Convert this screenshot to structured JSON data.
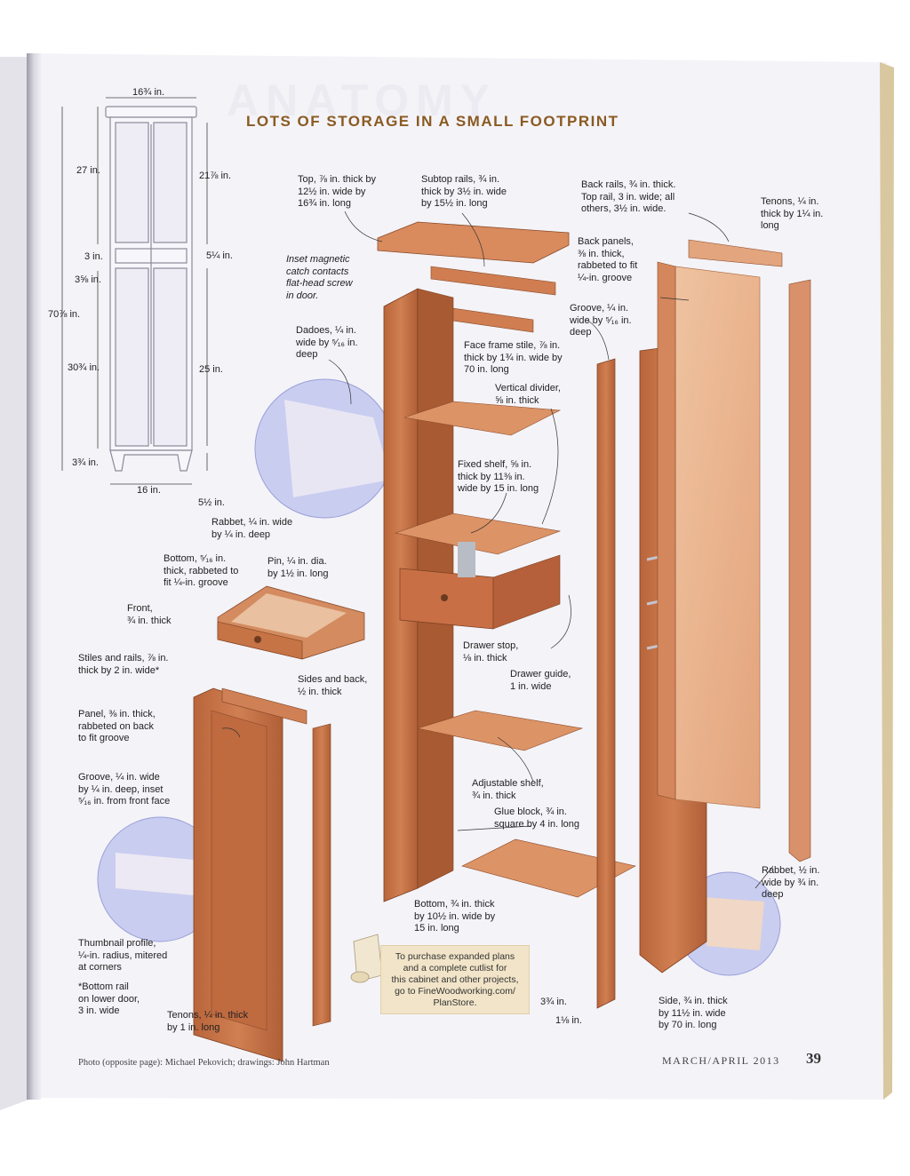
{
  "header": {
    "section_title": "ANATOMY",
    "subtitle": "LOTS OF STORAGE IN A SMALL FOOTPRINT"
  },
  "overall_dimensions": {
    "top_width": "16¾ in.",
    "upper_height": "27 in.",
    "upper_door": "21⅞ in.",
    "drawer_rail": "3 in.",
    "drawer_height": "5¼ in.",
    "rail_gap": "3⅝ in.",
    "total_height": "70⅞ in.",
    "lower_height": "30¾ in.",
    "lower_door": "25 in.",
    "base_height": "3¾ in.",
    "base_width": "16 in.",
    "leg_height": "5½ in."
  },
  "callouts": {
    "top": [
      "Top, ⅞ in. thick by",
      "12½ in. wide by",
      "16¾ in. long"
    ],
    "subtop_rails": [
      "Subtop rails, ¾ in.",
      "thick by 3½ in. wide",
      "by 15½ in. long"
    ],
    "back_rails": [
      "Back rails, ¾ in. thick.",
      "Top rail, 3 in. wide; all",
      "others, 3½ in. wide."
    ],
    "tenons_back": [
      "Tenons, ¼ in.",
      "thick by 1¼ in.",
      "long"
    ],
    "back_panels": [
      "Back panels,",
      "⅜ in. thick,",
      "rabbeted to fit",
      "¼-in. groove"
    ],
    "magnetic_catch": [
      "Inset magnetic",
      "catch contacts",
      "flat-head screw",
      "in door."
    ],
    "groove_back": [
      "Groove, ¼ in.",
      "wide by ⁵⁄₁₆ in.",
      "deep"
    ],
    "dadoes": [
      "Dadoes, ¼ in.",
      "wide by ⁵⁄₁₆ in.",
      "deep"
    ],
    "face_frame_stile": [
      "Face frame stile, ⅞ in.",
      "thick by 1¾ in. wide by",
      "70 in. long"
    ],
    "vertical_divider": [
      "Vertical divider,",
      "⅝ in. thick"
    ],
    "fixed_shelf": [
      "Fixed shelf, ⅝ in.",
      "thick by 11⅜ in.",
      "wide by 15 in. long"
    ],
    "rabbet_quarter": [
      "Rabbet, ¼ in. wide",
      "by ¼ in. deep"
    ],
    "drawer_bottom": [
      "Bottom, ⁵⁄₁₆ in.",
      "thick, rabbeted to",
      "fit ¼-in. groove"
    ],
    "pin": [
      "Pin, ¼ in. dia.",
      "by 1½ in. long"
    ],
    "drawer_front": [
      "Front,",
      "¾ in. thick"
    ],
    "drawer_sides": [
      "Sides and back,",
      "½ in. thick"
    ],
    "drawer_stop": [
      "Drawer stop,",
      "⅛ in. thick"
    ],
    "drawer_guide": [
      "Drawer guide,",
      "1 in. wide"
    ],
    "stiles_rails": [
      "Stiles and rails, ⅞ in.",
      "thick by 2 in. wide*"
    ],
    "panel": [
      "Panel, ⅜ in. thick,",
      "rabbeted on back",
      "to fit groove"
    ],
    "groove_door": [
      "Groove, ¼ in. wide",
      "by ¼ in. deep, inset",
      "⁵⁄₁₆ in. from front face"
    ],
    "adjustable_shelf": [
      "Adjustable shelf,",
      "¾ in. thick"
    ],
    "glue_block": [
      "Glue block, ¾ in.",
      "square by 4 in. long"
    ],
    "rabbet_half": [
      "Rabbet, ½ in.",
      "wide by ¾ in.",
      "deep"
    ],
    "cabinet_bottom": [
      "Bottom, ¾ in. thick",
      "by 10½ in. wide by",
      "15 in. long"
    ],
    "thumbnail_profile": [
      "Thumbnail profile,",
      "¼-in. radius, mitered",
      "at corners"
    ],
    "bottom_rail_note": [
      "*Bottom rail",
      "on lower door,",
      "3 in. wide"
    ],
    "tenons_door": [
      "Tenons, ¼ in. thick",
      "by 1 in. long"
    ],
    "side": [
      "Side, ¾ in. thick",
      "by 11½ in. wide",
      "by 70 in. long"
    ],
    "base_front": "3¾ in.",
    "base_stile": "1⅛ in."
  },
  "promo": [
    "To purchase expanded plans",
    "and a complete cutlist for",
    "this cabinet and other projects,",
    "go to FineWoodworking.com/",
    "PlanStore."
  ],
  "footer": {
    "credit": "Photo (opposite page): Michael Pekovich; drawings: John Hartman",
    "issue": "MARCH/APRIL 2013",
    "page_number": "39"
  },
  "colors": {
    "wood": "#c8764a",
    "wood_dark": "#9c5530",
    "wood_light": "#e4a37a",
    "back_panel": "#eab592",
    "paper": "#f4f3f8",
    "title": "#8a5a22",
    "detail_circle": "#c7cbef"
  }
}
